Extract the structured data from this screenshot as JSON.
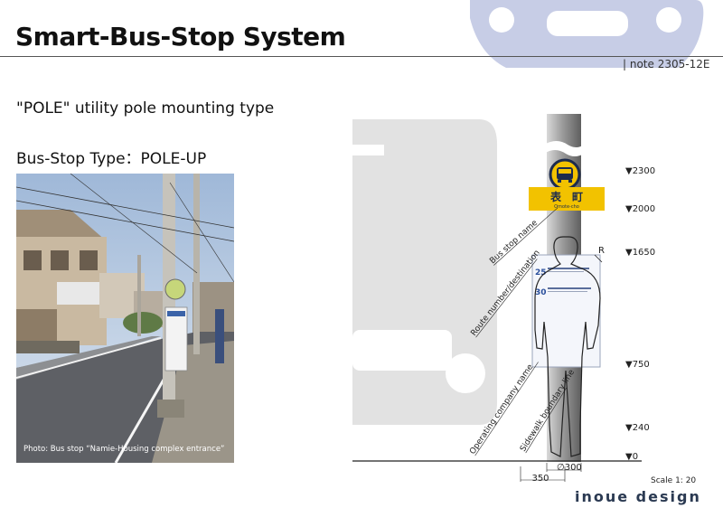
{
  "page": {
    "title": "Smart-Bus-Stop System",
    "note": "| note 2305-12E",
    "subtitle": "\"POLE\" utility pole mounting type",
    "bus_stop_type": "Bus-Stop Type：POLE-UP"
  },
  "photo": {
    "caption": "Photo: Bus stop “Namie-Housing complex entrance”"
  },
  "diagram": {
    "sign_name_jp": "表　町",
    "sign_name_en": "Omote-cho",
    "route_1": "25",
    "route_2": "30",
    "label_bus_stop_name": "Bus stop name",
    "label_route": "Route number/destination",
    "label_company": "Operating company name",
    "label_sidewalk": "Sidewalk boundary line",
    "label_r": "R",
    "levels": [
      "▼2300",
      "▼2000",
      "▼1650",
      "▼750",
      "▼240",
      "▼0"
    ],
    "dim_pole": "∅300",
    "dim_width": "350"
  },
  "footer": {
    "scale": "Scale 1: 20",
    "brand": "inoue design"
  },
  "colors": {
    "brand_blue": "#2b3a52",
    "watermark_blue": "#c7cde6",
    "sign_yellow": "#f2c200",
    "accent_blue": "#2a4f9c"
  }
}
